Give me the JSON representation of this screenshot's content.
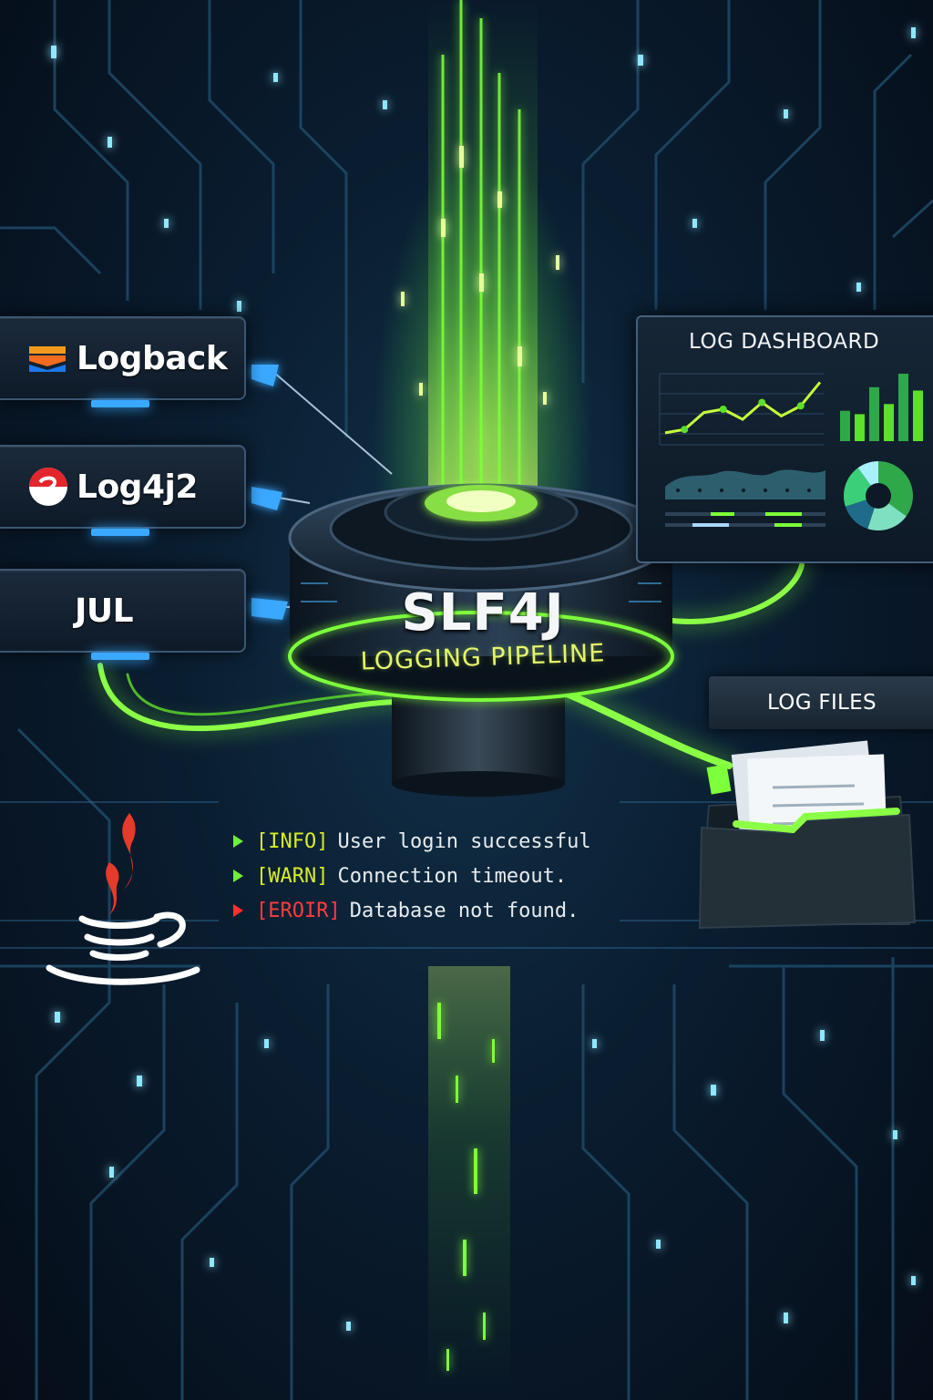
{
  "sources": [
    {
      "label": "Logback",
      "icon": "logback-icon",
      "color": "#2b8fe8"
    },
    {
      "label": "Log4j2",
      "icon": "log4j2-icon",
      "color": "#e2262c"
    },
    {
      "label": "JUL",
      "icon": "",
      "color": "#3aa8ff"
    }
  ],
  "hub": {
    "title": "SLF4J",
    "subtitle": "LOGGING PIPELINE"
  },
  "dashboard": {
    "title": "LOG DASHBOARD",
    "line_chart": [
      0.15,
      0.2,
      0.45,
      0.5,
      0.35,
      0.6,
      0.4,
      0.55,
      0.9
    ],
    "bars": [
      0.45,
      0.4,
      0.8,
      0.55,
      1.0,
      0.75
    ],
    "pie": [
      0.35,
      0.2,
      0.15,
      0.2,
      0.1
    ]
  },
  "log_files": {
    "label": "LOG FILES"
  },
  "log_lines": [
    {
      "level": "[INFO]",
      "message": "User login successful",
      "color": "#d8ec2a",
      "arrow_color": "#6cf03a"
    },
    {
      "level": "[WARN]",
      "message": "Connection timeout.",
      "color": "#d8ec2a",
      "arrow_color": "#6cf03a"
    },
    {
      "level": "[EROIR]",
      "message": "Database not found.",
      "color": "#ff3b3b",
      "arrow_color": "#ff3030"
    }
  ],
  "colors": {
    "accent_green": "#7dff3a",
    "accent_blue": "#3aa8ff",
    "background": "#0a1d30"
  },
  "icons": [
    "java-cup-icon",
    "folder-icon",
    "logback-icon",
    "log4j2-icon"
  ]
}
